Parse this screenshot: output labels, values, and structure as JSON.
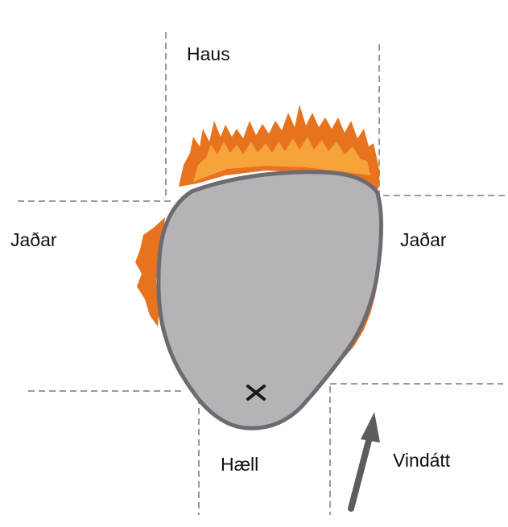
{
  "labels": {
    "head": "Haus",
    "flank_left": "Jaðar",
    "flank_right": "Jaðar",
    "heel": "Hæll",
    "wind": "Vindátt"
  },
  "colors": {
    "burned_area": "#b7b2b6",
    "burned_area_edge": "#6e6a72",
    "flame_outer": "#e8731f",
    "flame_inner": "#f6a33a",
    "guide_lines": "#9a9a9a",
    "wind_arrow": "#5c5c5c",
    "ignition_point": "#1a1a1a"
  },
  "icons": {
    "ignition_point": "cross-mark",
    "wind_direction": "arrow-up-right"
  }
}
